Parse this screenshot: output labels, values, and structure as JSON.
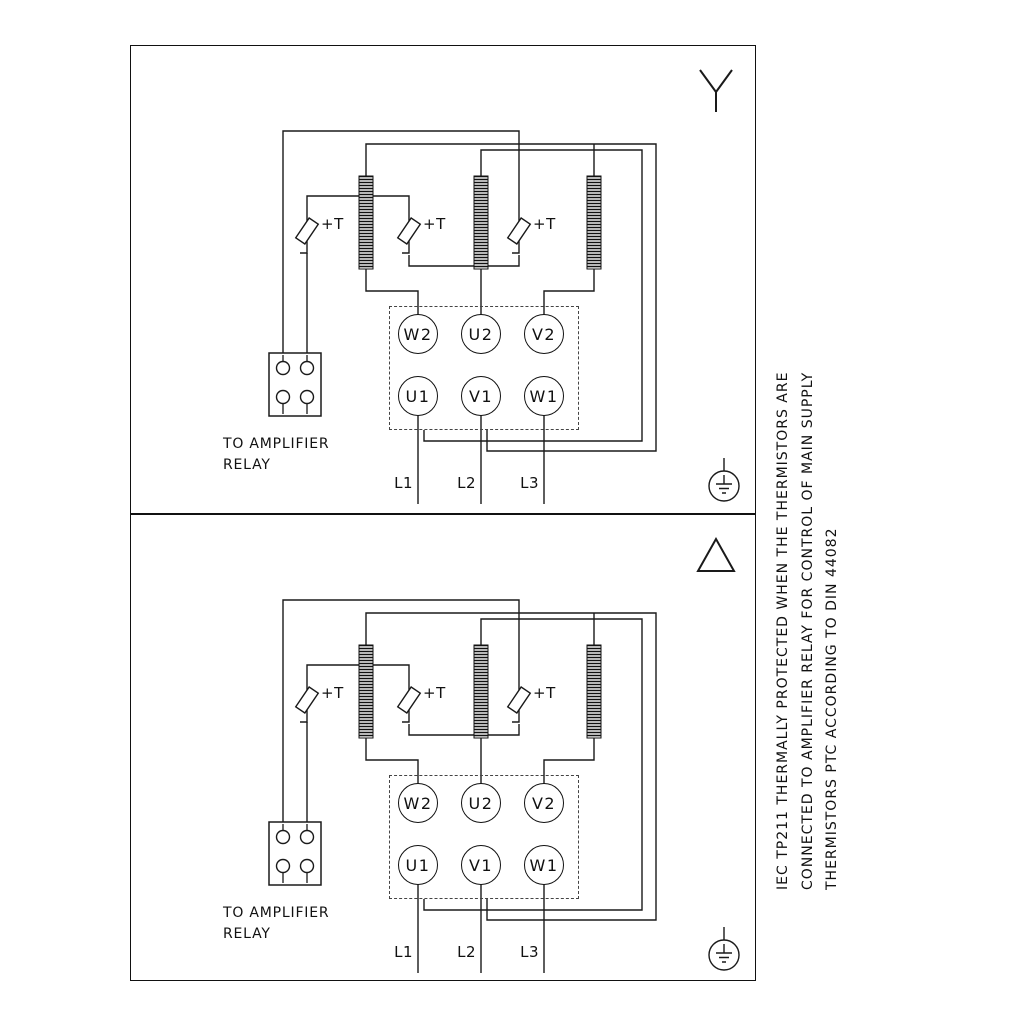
{
  "side_note": {
    "lines": [
      "IEC TP211 THERMALLY PROTECTED WHEN THE THERMISTORS ARE",
      "CONNECTED TO AMPLIFIER RELAY FOR CONTROL OF MAIN SUPPLY",
      "THERMISTORS PTC ACCORDING TO DIN 44082"
    ]
  },
  "labels": {
    "thermistor": "+T",
    "relay_note_line1": "TO AMPLIFIER",
    "relay_note_line2": "RELAY",
    "terminals_top": [
      "W2",
      "U2",
      "V2"
    ],
    "terminals_bottom": [
      "U1",
      "V1",
      "W1"
    ],
    "supply": [
      "L1",
      "L2",
      "L3"
    ]
  },
  "panels": [
    {
      "connection": "star"
    },
    {
      "connection": "delta"
    }
  ],
  "colors": {
    "line": "#1a1a1a",
    "background": "#ffffff"
  }
}
